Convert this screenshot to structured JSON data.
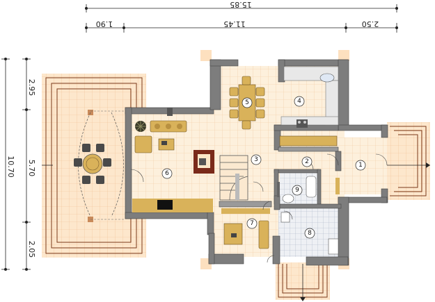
{
  "dimensions": {
    "top_total": "15.85",
    "top_left": "1.90",
    "top_middle": "11.45",
    "top_right": "2.50",
    "left_total": "10.70",
    "left_top": "2.95",
    "left_middle": "5.70",
    "left_bottom": "2.05"
  },
  "rooms": {
    "r1": "1",
    "r2": "2",
    "r3": "3",
    "r4": "4",
    "r5": "5",
    "r6": "6",
    "r7": "7",
    "r8": "8",
    "r9": "9"
  },
  "colors": {
    "floor": "#fdf0d8",
    "floor_grid": "#f2c79a",
    "wall": "#7d7d7d",
    "furniture": "#d9b25a",
    "terrace_line": "#7a3a1a"
  }
}
